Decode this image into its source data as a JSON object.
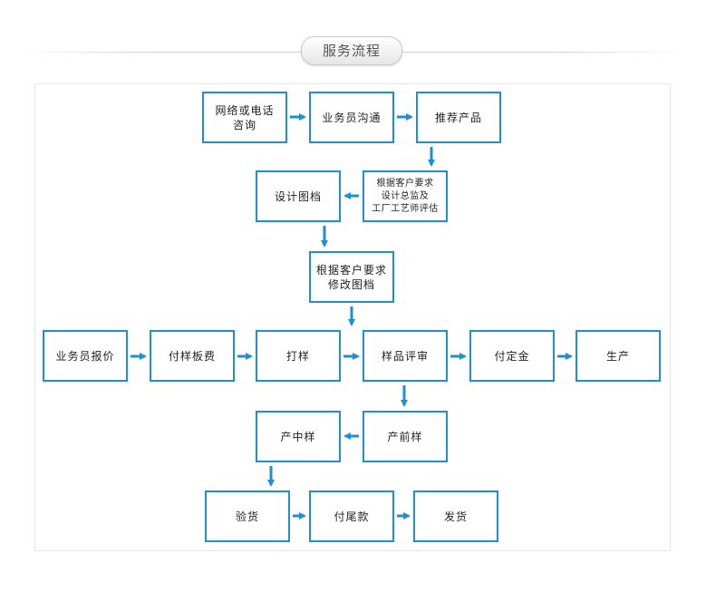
{
  "header": {
    "title": "服务流程"
  },
  "flow": {
    "nodes": {
      "consult": "网络或电话\n咨询",
      "sales_communicate": "业务员沟通",
      "recommend": "推荐产品",
      "evaluate": "根据客户要求\n设计总监及\n工厂工艺师评估",
      "design": "设计图档",
      "modify": "根据客户要求\n修改图档",
      "quote": "业务员报价",
      "sample_fee": "付样板费",
      "proofing": "打样",
      "review": "样品评审",
      "deposit": "付定金",
      "produce": "生产",
      "pre_sample": "产前样",
      "mid_sample": "产中样",
      "inspect": "验货",
      "final_payment": "付尾款",
      "ship": "发货"
    },
    "arrow_color": "#1f8fd0",
    "border_color": "#1f8fd0"
  }
}
